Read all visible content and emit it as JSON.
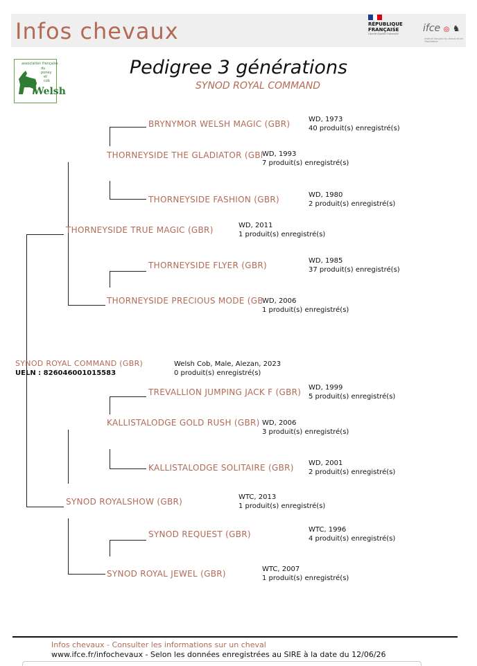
{
  "header": {
    "site_title": "Infos chevaux",
    "republic_line1": "RÉPUBLIQUE",
    "republic_line2": "FRANÇAISE",
    "republic_motto": "Liberté Égalité Fraternité",
    "ifce_logo": "ifce",
    "ifce_sub": "institut français du cheval et de l'équitation",
    "colors": {
      "accent": "#b36a55",
      "header_bg": "#efefef"
    }
  },
  "association_logo": {
    "line1": "association française",
    "line2": "du",
    "line3": "poney",
    "line4": "et",
    "line5": "cob",
    "brand": "Welsh",
    "icon": "horse-icon"
  },
  "page": {
    "title": "Pedigree 3 générations",
    "subject": "SYNOD ROYAL COMMAND"
  },
  "horse": {
    "name": "SYNOD ROYAL COMMAND (GBR)",
    "ueln": "UELN : 826046001015583",
    "info1": "Welsh Cob, Male, Alezan, 2023",
    "info2": "0 produit(s) enregistré(s)"
  },
  "sire": {
    "name": "THORNEYSIDE TRUE MAGIC (GBR)",
    "info1": "WD, 2011",
    "info2": "1 produit(s) enregistré(s)",
    "sire": {
      "name": "THORNEYSIDE THE GLADIATOR (GBR)",
      "info1": "WD, 1993",
      "info2": "7 produit(s) enregistré(s)",
      "sire": {
        "name": "BRYNYMOR WELSH MAGIC (GBR)",
        "info1": "WD, 1973",
        "info2": "40 produit(s) enregistré(s)"
      },
      "dam": {
        "name": "THORNEYSIDE FASHION (GBR)",
        "info1": "WD, 1980",
        "info2": "2 produit(s) enregistré(s)"
      }
    },
    "dam": {
      "name": "THORNEYSIDE PRECIOUS MODE (GBR)",
      "info1": "WD, 2006",
      "info2": "1 produit(s) enregistré(s)",
      "sire": {
        "name": "THORNEYSIDE FLYER (GBR)",
        "info1": "WD, 1985",
        "info2": "37 produit(s) enregistré(s)"
      }
    }
  },
  "dam": {
    "name": "SYNOD ROYALSHOW (GBR)",
    "info1": "WTC, 2013",
    "info2": "1 produit(s) enregistré(s)",
    "sire": {
      "name": "KALLISTALODGE GOLD RUSH (GBR)",
      "info1": "WD, 2006",
      "info2": "3 produit(s) enregistré(s)",
      "sire": {
        "name": "TREVALLION JUMPING JACK F (GBR)",
        "info1": "WD, 1999",
        "info2": "5 produit(s) enregistré(s)"
      },
      "dam": {
        "name": "KALLISTALODGE SOLITAIRE (GBR)",
        "info1": "WD, 2001",
        "info2": "2 produit(s) enregistré(s)"
      }
    },
    "dam": {
      "name": "SYNOD ROYAL JEWEL (GBR)",
      "info1": "WTC, 2007",
      "info2": "1 produit(s) enregistré(s)",
      "sire": {
        "name": "SYNOD REQUEST (GBR)",
        "info1": "WTC, 1996",
        "info2": "4 produit(s) enregistré(s)"
      }
    }
  },
  "footer": {
    "line1": "Infos chevaux - Consulter les informations sur un cheval",
    "line2": "www.ifce.fr/infochevaux - Selon les données enregistrées au SIRE à la date du 12/06/26"
  }
}
